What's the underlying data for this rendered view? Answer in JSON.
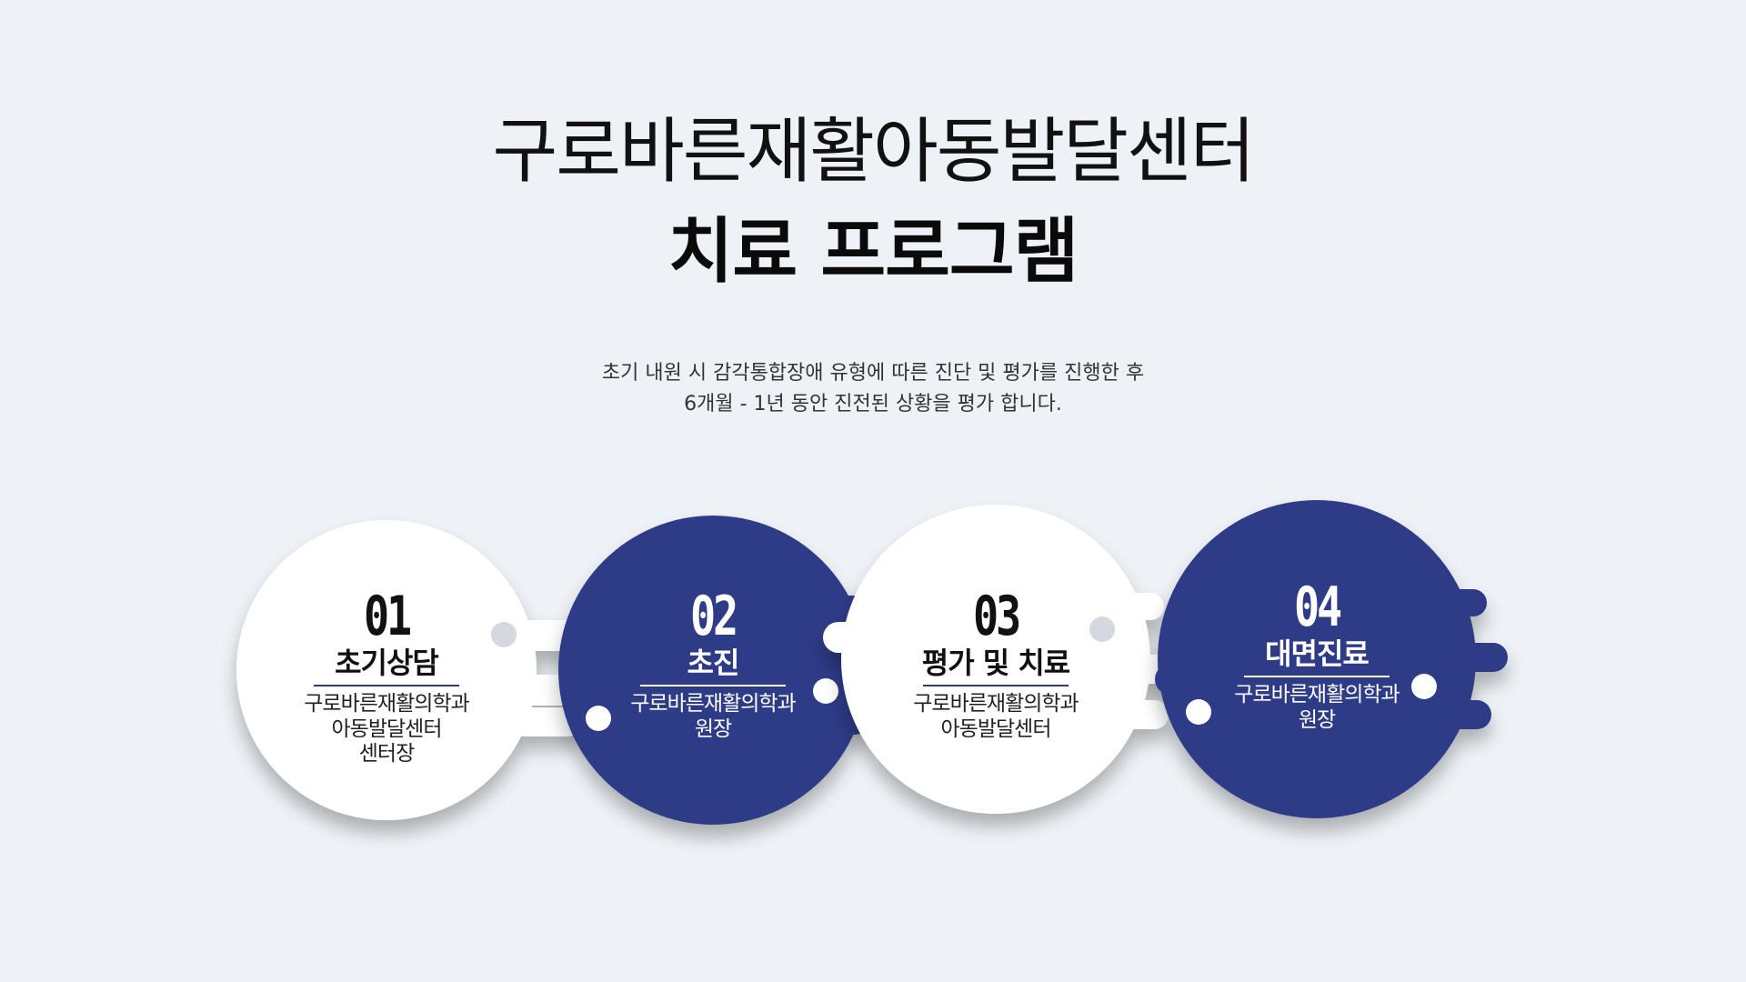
{
  "header": {
    "title_line1": "구로바른재활아동발달센터",
    "title_line2": "치료 프로그램"
  },
  "description": {
    "line1": "초기 내원 시 감각통합장애 유형에 따른 진단 및 평가를 진행한 후",
    "line2": "6개월 - 1년 동안 진전된 상황을 평가 합니다."
  },
  "colors": {
    "background": "#eef2f6",
    "navy": "#2e3a87",
    "white": "#ffffff"
  },
  "steps": [
    {
      "number": "01",
      "title": "초기상담",
      "desc1": "구로바른재활의학과",
      "desc2": "아동발달센터",
      "desc3": "센터장"
    },
    {
      "number": "02",
      "title": "초진",
      "desc1": "구로바른재활의학과",
      "desc2": "원장",
      "desc3": ""
    },
    {
      "number": "03",
      "title": "평가 및 치료",
      "desc1": "구로바른재활의학과",
      "desc2": "아동발달센터",
      "desc3": ""
    },
    {
      "number": "04",
      "title": "대면진료",
      "desc1": "구로바른재활의학과",
      "desc2": "원장",
      "desc3": ""
    }
  ]
}
